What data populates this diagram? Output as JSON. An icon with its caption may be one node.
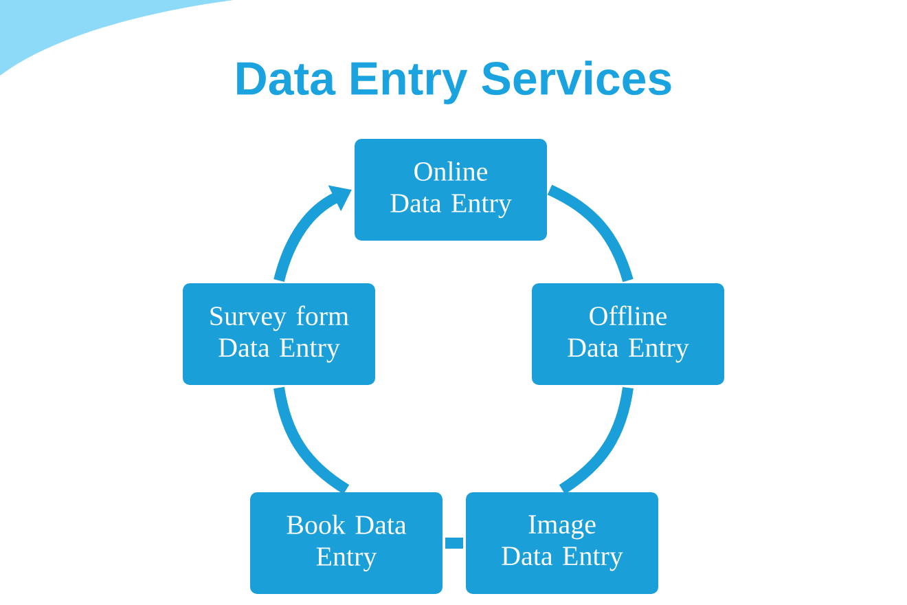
{
  "diagram": {
    "title": "Data Entry Services",
    "nodes": [
      {
        "text": [
          "Online Data Entry"
        ]
      },
      {
        "text": [
          "Offline Data Entry"
        ]
      },
      {
        "text": [
          "Image Data Entry"
        ]
      },
      {
        "text": [
          "Book Data Entry"
        ]
      },
      {
        "text": [
          "Survey form Data Entry"
        ]
      }
    ],
    "edges": [
      {
        "from": 0,
        "to": 1,
        "arrow": "none"
      },
      {
        "from": 1,
        "to": 2,
        "arrow": "none"
      },
      {
        "from": 2,
        "to": 3,
        "arrow": "none"
      },
      {
        "from": 3,
        "to": 4,
        "arrow": "none"
      },
      {
        "from": 4,
        "to": 0,
        "arrow": "to"
      }
    ]
  }
}
